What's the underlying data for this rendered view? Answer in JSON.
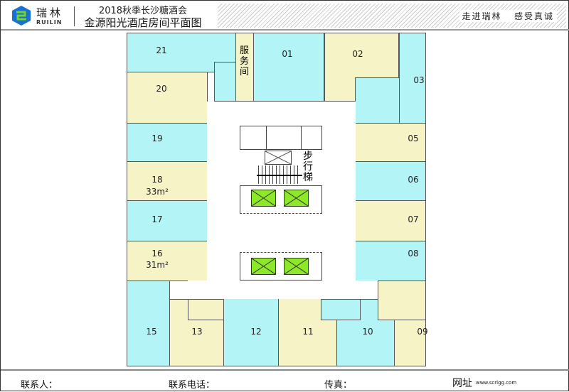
{
  "header": {
    "brand_cn": "瑞林",
    "brand_en": "RUILIN",
    "event": "2018秋季长沙糖酒会",
    "title": "金源阳光酒店房间平面图",
    "slogan1": "走进瑞林",
    "slogan2": "感受真诚"
  },
  "rooms": {
    "r21": "21",
    "r20": "20",
    "r19": "19",
    "r18": "18",
    "r18_area": "33m²",
    "r17": "17",
    "r16": "16",
    "r16_area": "31m²",
    "r15": "15",
    "r13": "13",
    "r12": "12",
    "r11": "11",
    "r10": "10",
    "r09": "09",
    "r08": "08",
    "r07": "07",
    "r06": "06",
    "r05": "05",
    "r03": "03",
    "r02": "02",
    "r01": "01",
    "service": "服务间",
    "stairs": "步行梯"
  },
  "colors": {
    "cyan": "#b3f5f7",
    "yellow": "#f6f4c6",
    "elevator": "#8ee82a"
  },
  "footer": {
    "contact": "联系人：",
    "phone": "联系电话：",
    "fax": "传真：",
    "website_label": "网址",
    "website": "www.scrlgg.com"
  }
}
